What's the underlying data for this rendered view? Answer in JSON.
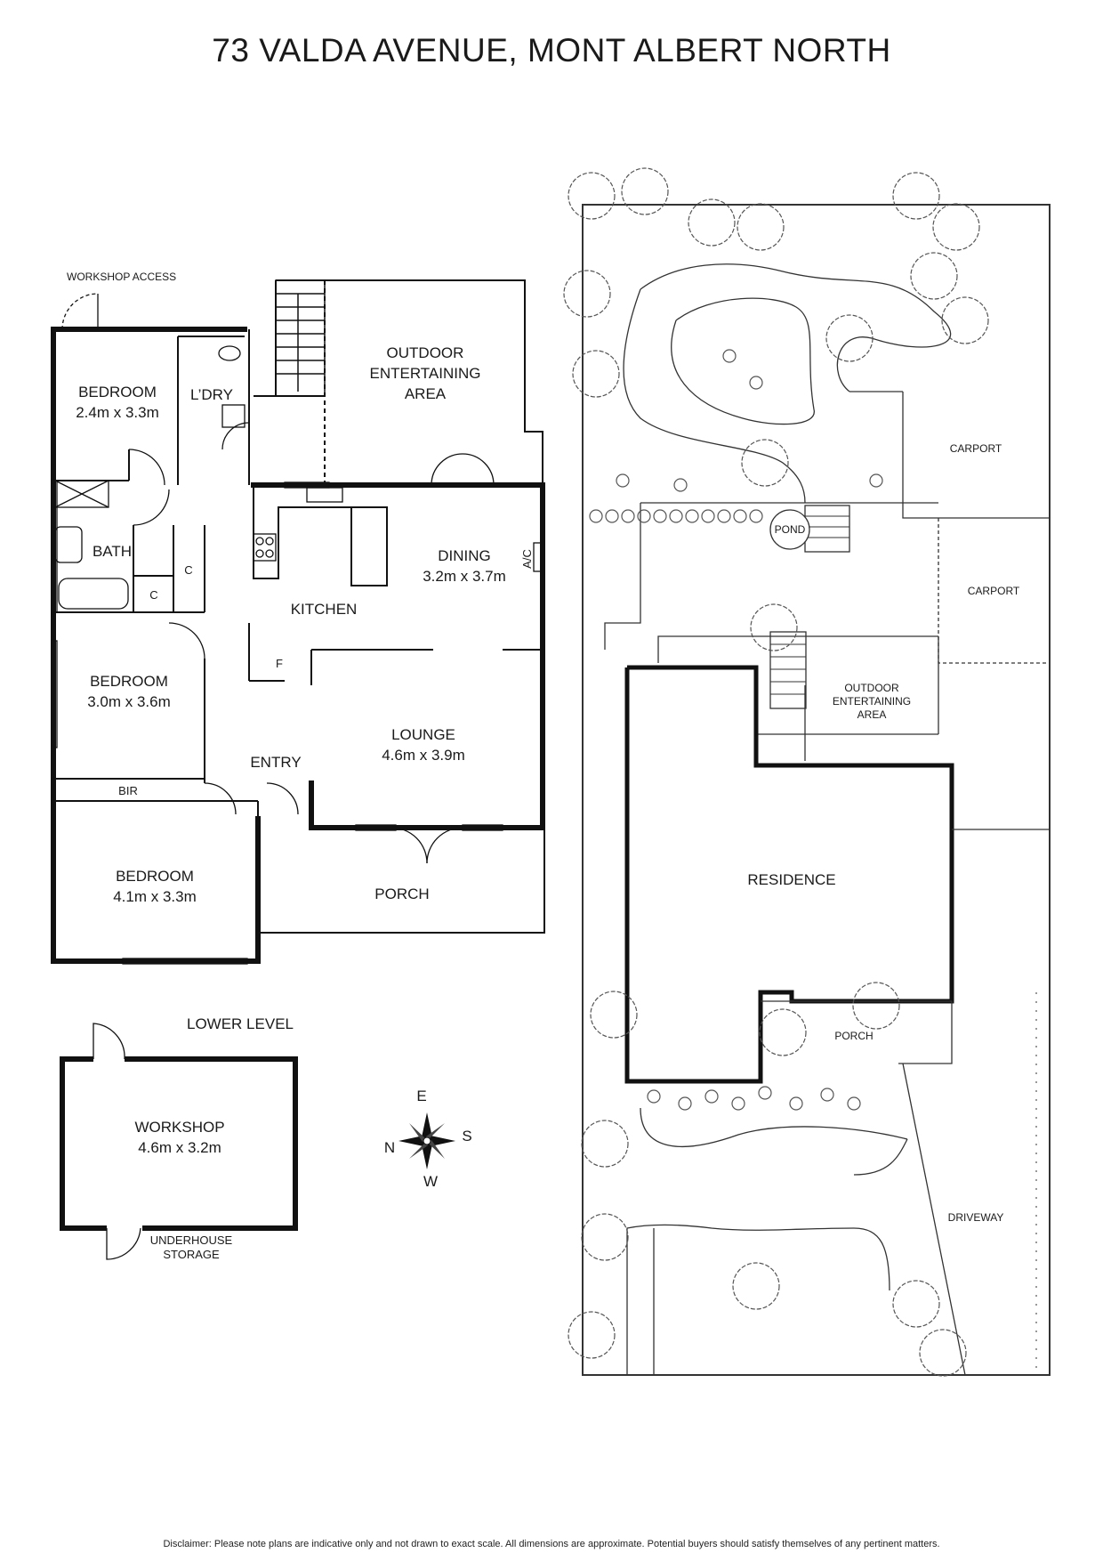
{
  "title": "73 VALDA AVENUE, MONT ALBERT NORTH",
  "disclaimer": "Disclaimer: Please note plans are indicative only and not drawn to exact scale. All dimensions are approximate. Potential buyers should satisfy themselves of any pertinent matters.",
  "floor_plan": {
    "workshop_access": "WORKSHOP ACCESS",
    "bedroom_1": {
      "name": "BEDROOM",
      "size": "2.4m x 3.3m"
    },
    "laundry": "L’DRY",
    "outdoor_area": {
      "line1": "OUTDOOR",
      "line2": "ENTERTAINING",
      "line3": "AREA"
    },
    "bath": "BATH",
    "cupboard": "C",
    "dining": {
      "name": "DINING",
      "size": "3.2m x 3.7m"
    },
    "ac": "A/C",
    "kitchen": "KITCHEN",
    "fridge": "F",
    "bedroom_2": {
      "name": "BEDROOM",
      "size": "3.0m x 3.6m"
    },
    "lounge": {
      "name": "LOUNGE",
      "size": "4.6m x 3.9m"
    },
    "entry": "ENTRY",
    "bir": "BIR",
    "bedroom_3": {
      "name": "BEDROOM",
      "size": "4.1m x 3.3m"
    },
    "porch": "PORCH"
  },
  "lower_level": {
    "heading": "LOWER LEVEL",
    "workshop": {
      "name": "WORKSHOP",
      "size": "4.6m x 3.2m"
    },
    "storage_line1": "UNDERHOUSE",
    "storage_line2": "STORAGE"
  },
  "compass": {
    "north": "N",
    "east": "E",
    "south": "S",
    "west": "W"
  },
  "site_plan": {
    "carport_1": "CARPORT",
    "carport_2": "CARPORT",
    "pond": "POND",
    "outdoor_line1": "OUTDOOR",
    "outdoor_line2": "ENTERTAINING",
    "outdoor_line3": "AREA",
    "residence": "RESIDENCE",
    "porch": "PORCH",
    "driveway": "DRIVEWAY"
  }
}
